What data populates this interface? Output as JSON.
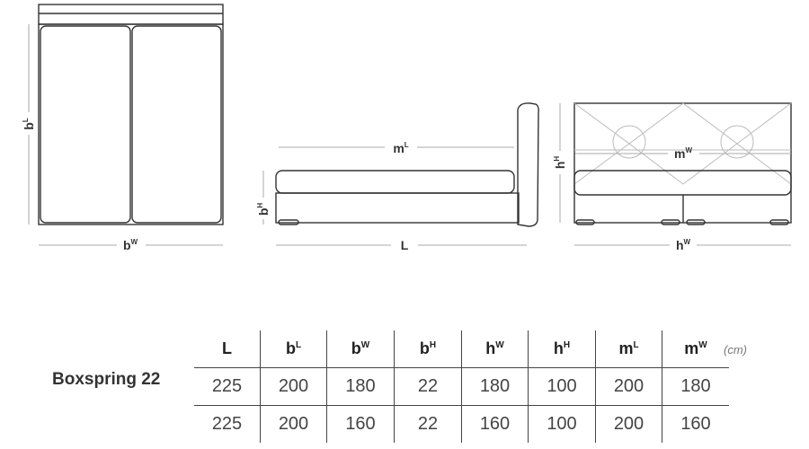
{
  "drawing": {
    "labels": [
      {
        "id": "top-bL",
        "base": "b",
        "sup": "L"
      },
      {
        "id": "top-bW",
        "base": "b",
        "sup": "W"
      },
      {
        "id": "side-mL",
        "base": "m",
        "sup": "L"
      },
      {
        "id": "side-bH",
        "base": "b",
        "sup": "H"
      },
      {
        "id": "side-L",
        "base": "L",
        "sup": ""
      },
      {
        "id": "front-hH",
        "base": "h",
        "sup": "H"
      },
      {
        "id": "front-mW",
        "base": "m",
        "sup": "W"
      },
      {
        "id": "front-hW",
        "base": "h",
        "sup": "W"
      }
    ]
  },
  "table": {
    "product_name": "Boxspring 22",
    "unit": "(cm)",
    "columns": [
      {
        "base": "L",
        "sup": ""
      },
      {
        "base": "b",
        "sup": "L"
      },
      {
        "base": "b",
        "sup": "W"
      },
      {
        "base": "b",
        "sup": "H"
      },
      {
        "base": "h",
        "sup": "W"
      },
      {
        "base": "h",
        "sup": "H"
      },
      {
        "base": "m",
        "sup": "L"
      },
      {
        "base": "m",
        "sup": "W"
      }
    ],
    "rows": [
      [
        "225",
        "200",
        "180",
        "22",
        "180",
        "100",
        "200",
        "180"
      ],
      [
        "225",
        "200",
        "160",
        "22",
        "160",
        "100",
        "200",
        "160"
      ]
    ]
  }
}
